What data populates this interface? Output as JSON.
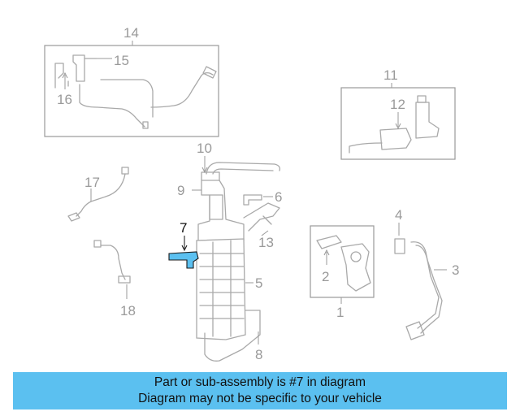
{
  "callouts": {
    "c1": "1",
    "c2": "2",
    "c3": "3",
    "c4": "4",
    "c5": "5",
    "c6": "6",
    "c7": "7",
    "c8": "8",
    "c9": "9",
    "c10": "10",
    "c11": "11",
    "c12": "12",
    "c13": "13",
    "c14": "14",
    "c15": "15",
    "c16": "16",
    "c17": "17",
    "c18": "18"
  },
  "highlight": {
    "part_number": "7",
    "color": "#5bc0f0"
  },
  "banner": {
    "line1": "Part or sub-assembly is #7 in diagram",
    "line2": "Diagram may not be specific to your vehicle",
    "color": "#5bc0f0"
  }
}
